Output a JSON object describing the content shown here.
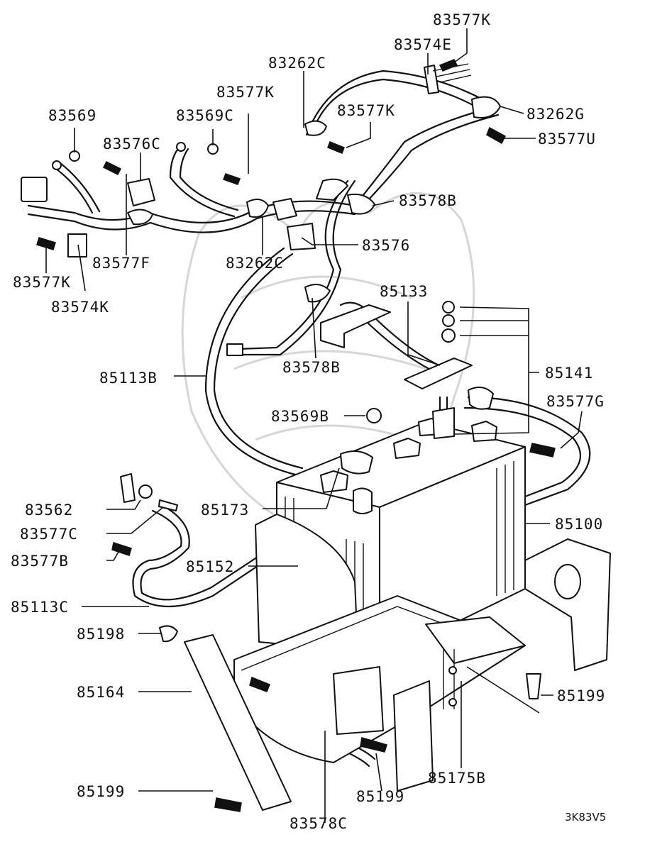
{
  "diagram": {
    "code": "3K83V5",
    "callouts": [
      "83577K",
      "83574E",
      "83262C",
      "83577K",
      "83569",
      "83569C",
      "83577K",
      "83262G",
      "83577U",
      "83576C",
      "83578B",
      "83576",
      "83577F",
      "83262C",
      "83577K",
      "83574K",
      "85133",
      "85141",
      "83578B",
      "85113B",
      "83577G",
      "83569B",
      "85100",
      "83562",
      "85173",
      "83577C",
      "83577B",
      "85152",
      "85113C",
      "85198",
      "85164",
      "85199",
      "85199",
      "85199",
      "85175B",
      "83578C"
    ]
  }
}
